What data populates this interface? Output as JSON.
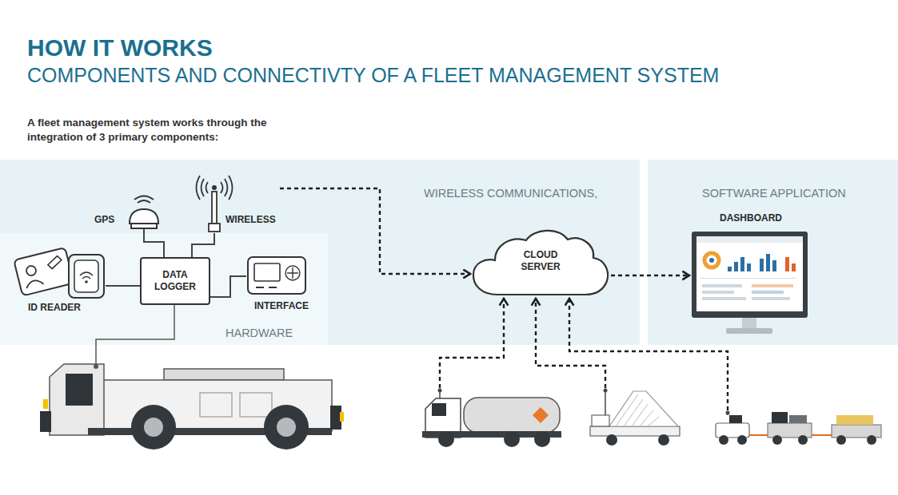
{
  "diagram": {
    "title": "HOW IT WORKS",
    "nodes": [
      {
        "text": [
          "WIRELESS COMMUNICATIONS,"
        ]
      },
      {
        "text": [
          "HARDWARE"
        ],
        "in": 0
      },
      {
        "text": [
          "GPS"
        ],
        "in": 0
      },
      {
        "text": [
          "WIRELESS"
        ],
        "in": 0
      },
      {
        "text": [
          "ID READER"
        ],
        "in": 1
      },
      {
        "text": [
          "DATA LOGGER"
        ],
        "in": 1
      },
      {
        "text": [
          "INTERFACE"
        ],
        "in": 1
      },
      {
        "text": [
          "CLOUD SERVER"
        ],
        "in": 0
      },
      {
        "text": [
          "SOFTWARE APPLICATION"
        ]
      },
      {
        "text": [
          "DASHBOARD"
        ],
        "in": 8
      }
    ],
    "edges": [
      {
        "from": 2,
        "to": 5,
        "arrow": "none"
      },
      {
        "from": 3,
        "to": 5,
        "arrow": "none"
      },
      {
        "from": 4,
        "to": 5,
        "arrow": "none"
      },
      {
        "from": 5,
        "to": 6,
        "arrow": "none"
      },
      {
        "from": 3,
        "to": 7,
        "arrow": "to"
      },
      {
        "from": 7,
        "to": 9,
        "arrow": "to"
      }
    ],
    "labels": [
      "COMPONENTS AND CONNECTIVTY OF A FLEET MANAGEMENT SYSTEM",
      "A fleet management system works through the integration of 3 primary components:"
    ]
  }
}
